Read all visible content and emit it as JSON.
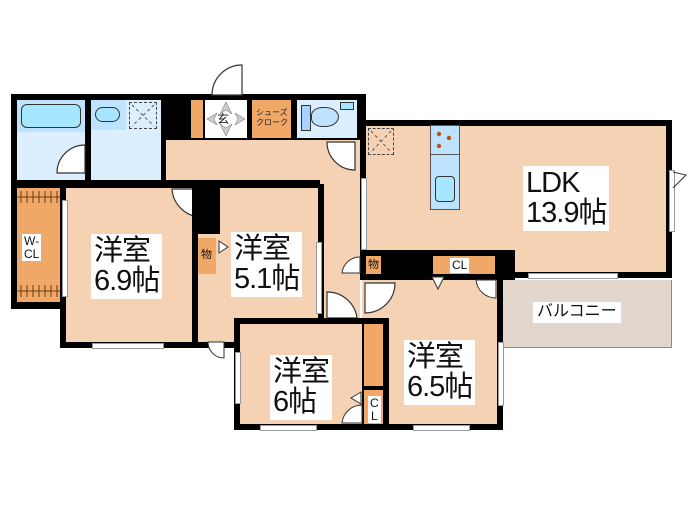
{
  "floor_plan": {
    "rooms": {
      "ldk": {
        "name": "LDK",
        "size": "13.9帖"
      },
      "western_1": {
        "name": "洋室",
        "size": "6.9帖"
      },
      "western_2": {
        "name": "洋室",
        "size": "5.1帖"
      },
      "western_3": {
        "name": "洋室",
        "size": "6帖"
      },
      "western_4": {
        "name": "洋室",
        "size": "6.5帖"
      },
      "balcony": {
        "name": "バルコニー"
      },
      "entrance": {
        "name": "玄"
      },
      "shoe_closet": {
        "name_line1": "シューズ",
        "name_line2": "クローク"
      },
      "walk_in_closet": {
        "name_line1": "W-",
        "name_line2": "CL"
      },
      "storage_1": {
        "name": "物"
      },
      "storage_2": {
        "name": "物"
      },
      "closet_1": {
        "name": "CL"
      },
      "closet_2": {
        "name_line1": "C",
        "name_line2": "L"
      }
    },
    "colors": {
      "floor": "#f5d2b4",
      "wet_area": "#dcefff",
      "storage": "#f0a868",
      "balcony": "#e3d7cd",
      "wall": "#000000"
    }
  }
}
